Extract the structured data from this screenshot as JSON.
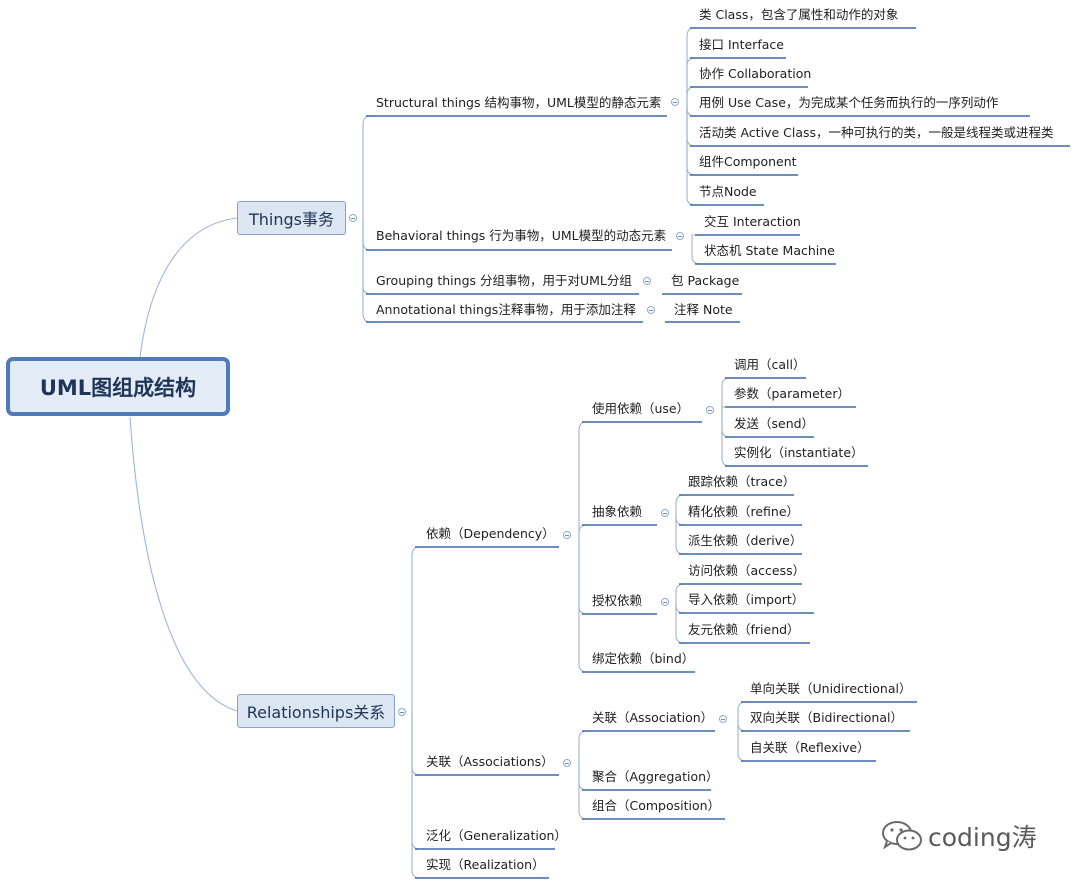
{
  "root": "UML图组成结构",
  "things": {
    "label": "Things事务",
    "structural": {
      "label": "Structural things 结构事物，UML模型的静态元素",
      "items": [
        "类 Class，包含了属性和动作的对象",
        "接口 Interface",
        "协作 Collaboration",
        "用例 Use Case，为完成某个任务而执行的一序列动作",
        "活动类 Active Class，一种可执行的类，一般是线程类或进程类",
        "组件Component",
        "节点Node"
      ]
    },
    "behavioral": {
      "label": "Behavioral things 行为事物，UML模型的动态元素",
      "items": [
        "交互 Interaction",
        "状态机 State Machine"
      ]
    },
    "grouping": {
      "label": "Grouping things 分组事物，用于对UML分组",
      "items": [
        "包 Package"
      ]
    },
    "annotational": {
      "label": "Annotational things注释事物，用于添加注释",
      "items": [
        "注释 Note"
      ]
    }
  },
  "relationships": {
    "label": "Relationships关系",
    "dependency": {
      "label": "依赖（Dependency）",
      "use": {
        "label": "使用依赖（use）",
        "items": [
          "调用（call）",
          "参数（parameter）",
          "发送（send）",
          "实例化（instantiate）"
        ]
      },
      "abstraction": {
        "label": "抽象依赖",
        "items": [
          "跟踪依赖（trace）",
          "精化依赖（refine）",
          "派生依赖（derive）"
        ]
      },
      "permission": {
        "label": "授权依赖",
        "items": [
          "访问依赖（access）",
          "导入依赖（import）",
          "友元依赖（friend）"
        ]
      },
      "binding": {
        "label": "绑定依赖（bind）"
      }
    },
    "associations": {
      "label": "关联（Associations）",
      "association": {
        "label": "关联（Association）",
        "items": [
          "单向关联（Unidirectional）",
          "双向关联（Bidirectional）",
          "自关联（Reflexive）"
        ]
      },
      "aggregation": {
        "label": "聚合（Aggregation）"
      },
      "composition": {
        "label": "组合（Composition）"
      }
    },
    "generalization": {
      "label": "泛化（Generalization）"
    },
    "realization": {
      "label": "实现（Realization）"
    }
  },
  "watermark": {
    "text": "coding涛"
  },
  "colors": {
    "line": "#9fb5d5",
    "underline": "#3f6aa8",
    "root_border": "#4f7bbd",
    "node_fill": "#dce6f3"
  }
}
